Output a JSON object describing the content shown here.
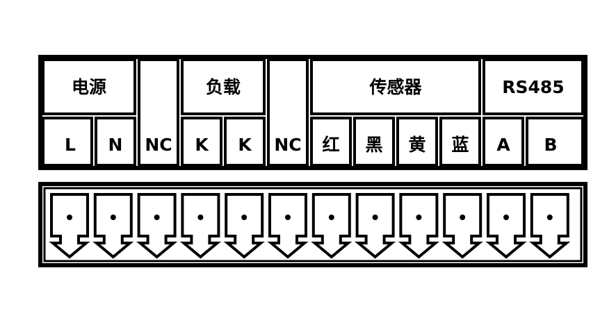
{
  "diagram": {
    "groups": [
      {
        "label": "电源"
      },
      {
        "label": ""
      },
      {
        "label": "负载"
      },
      {
        "label": ""
      },
      {
        "label": "传感器"
      },
      {
        "label": "RS485"
      }
    ],
    "terminals": [
      {
        "label": "L"
      },
      {
        "label": "N"
      },
      {
        "label": "NC"
      },
      {
        "label": "K"
      },
      {
        "label": "K"
      },
      {
        "label": "NC"
      },
      {
        "label": "红"
      },
      {
        "label": "黑"
      },
      {
        "label": "黄"
      },
      {
        "label": "蓝"
      },
      {
        "label": "A"
      },
      {
        "label": "B"
      }
    ],
    "colors": {
      "line": "#000000",
      "background": "#ffffff"
    }
  }
}
